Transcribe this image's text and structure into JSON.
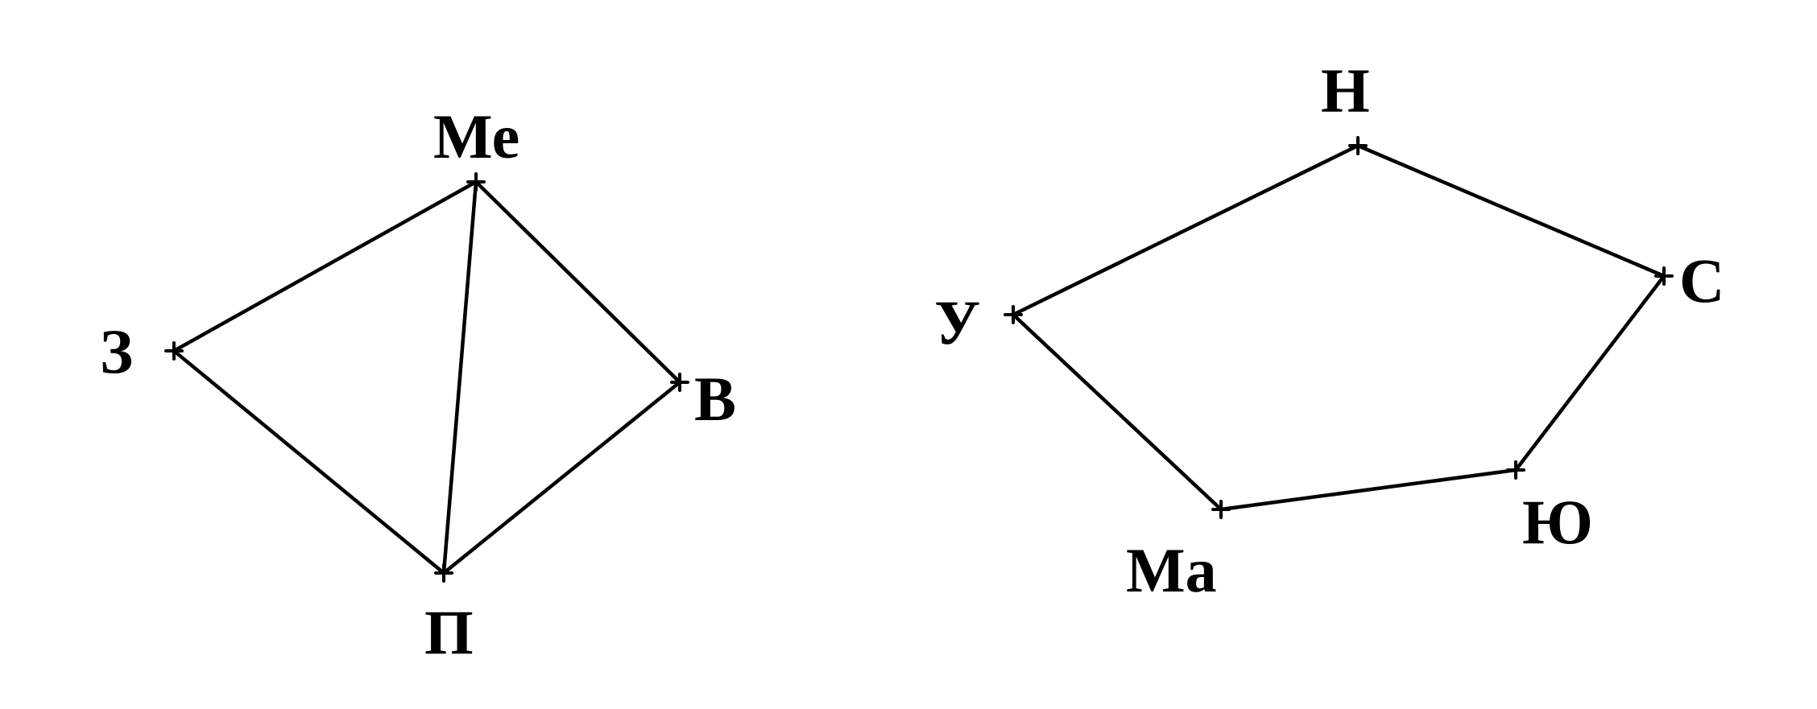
{
  "graphs": [
    {
      "nodes": [
        {
          "id": "me",
          "label": "Ме"
        },
        {
          "id": "z",
          "label": "З"
        },
        {
          "id": "v",
          "label": "В"
        },
        {
          "id": "p",
          "label": "П"
        }
      ],
      "edges": [
        [
          "me",
          "z"
        ],
        [
          "me",
          "v"
        ],
        [
          "me",
          "p"
        ],
        [
          "z",
          "p"
        ],
        [
          "v",
          "p"
        ]
      ]
    },
    {
      "nodes": [
        {
          "id": "n",
          "label": "Н"
        },
        {
          "id": "s",
          "label": "С"
        },
        {
          "id": "u",
          "label": "У"
        },
        {
          "id": "yu",
          "label": "Ю"
        },
        {
          "id": "ma",
          "label": "Ма"
        }
      ],
      "edges": [
        [
          "u",
          "n"
        ],
        [
          "n",
          "s"
        ],
        [
          "s",
          "yu"
        ],
        [
          "yu",
          "ma"
        ],
        [
          "ma",
          "u"
        ]
      ]
    }
  ],
  "colors": {
    "line": "#000000",
    "background": "#ffffff"
  }
}
